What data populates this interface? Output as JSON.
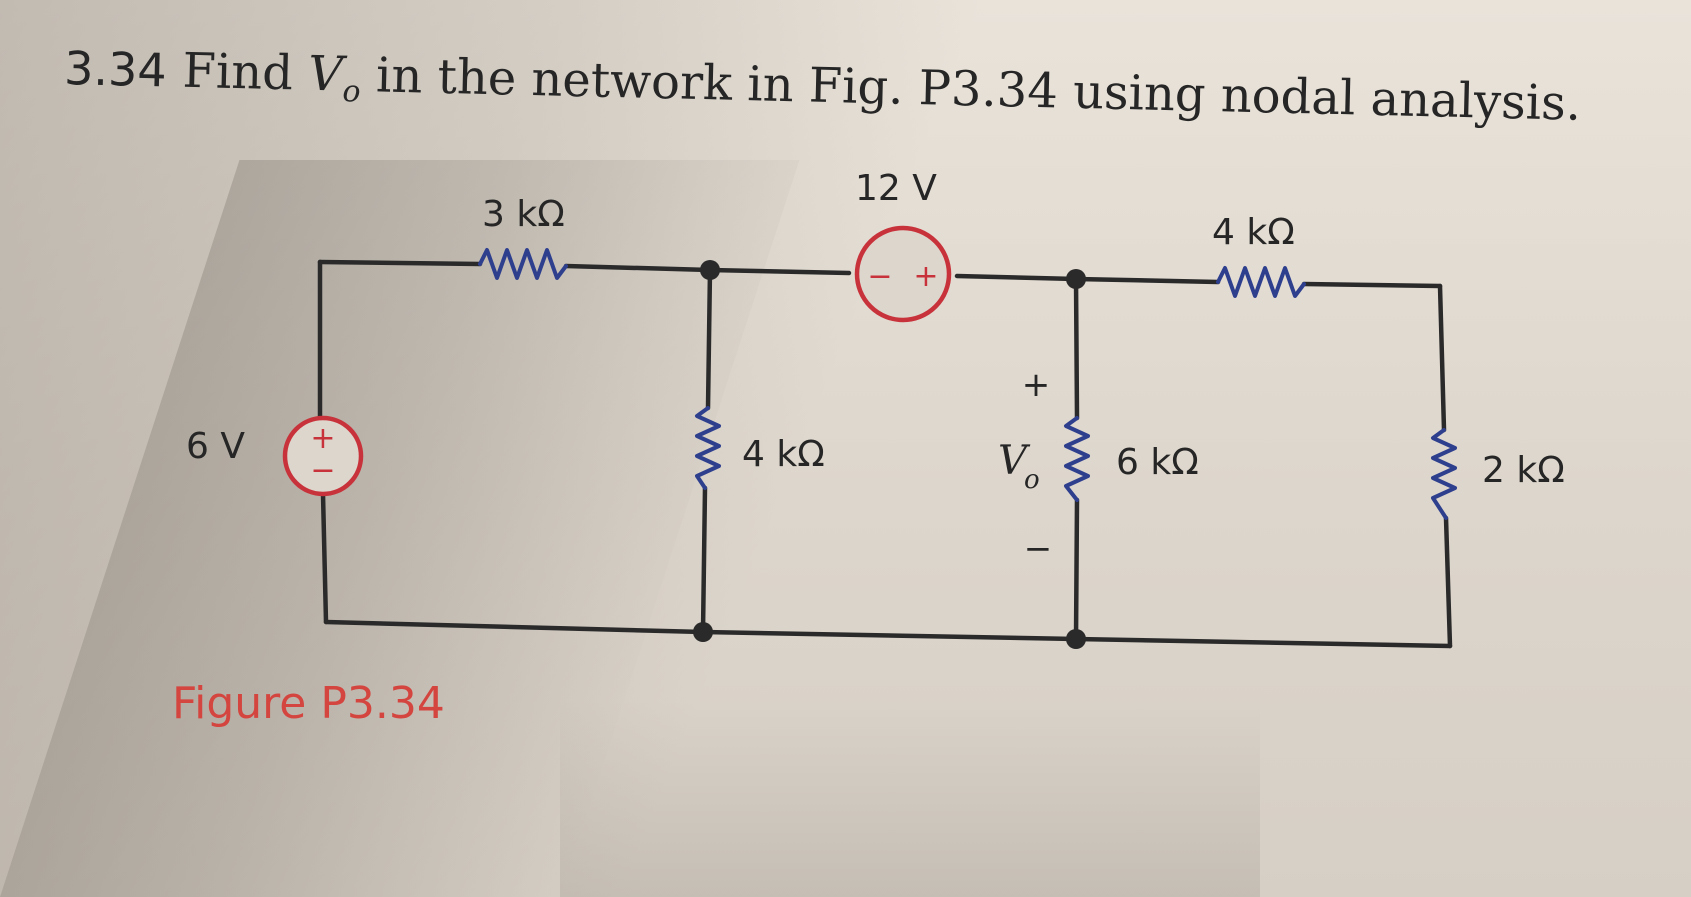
{
  "problem": {
    "number": "3.34",
    "text_prefix": "Find ",
    "variable": "V",
    "variable_subscript": "o",
    "text_suffix": " in the network in Fig. P3.34 using nodal analysis."
  },
  "circuit": {
    "source_left": {
      "value": "6 V",
      "plus": "+",
      "minus": "−"
    },
    "source_top": {
      "value": "12 V",
      "minus": "−",
      "plus": "+"
    },
    "resistor_top_left": {
      "value": "3 kΩ"
    },
    "resistor_mid_left": {
      "value": "4 kΩ"
    },
    "resistor_mid_right": {
      "value": "6 kΩ"
    },
    "resistor_top_right": {
      "value": "4 kΩ"
    },
    "resistor_far_right": {
      "value": "2 kΩ"
    },
    "output": {
      "symbol": "V",
      "subscript": "o",
      "plus": "+",
      "minus": "−"
    }
  },
  "figure": {
    "caption": "Figure P3.34"
  },
  "colors": {
    "source_ring": "#c8323a",
    "resistor": "#2e3f8e",
    "wire": "#2a2a2a",
    "caption": "#d4453f"
  }
}
